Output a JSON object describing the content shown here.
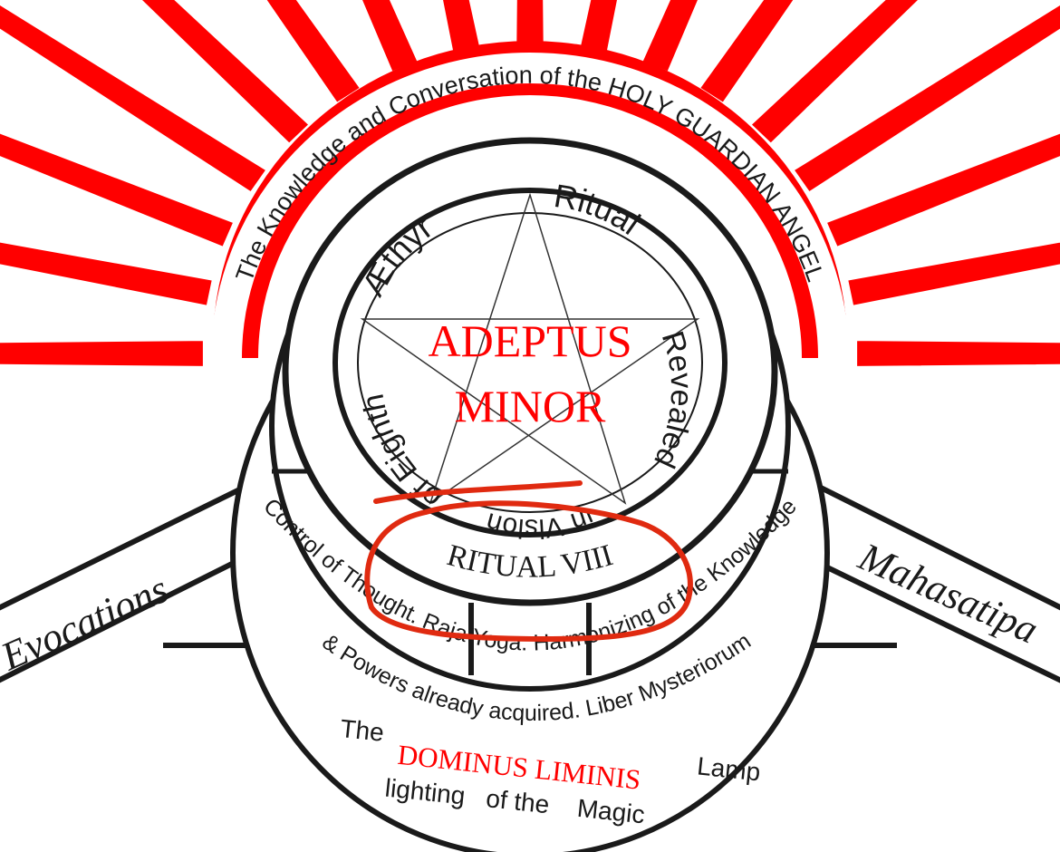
{
  "colors": {
    "red": "#ff0000",
    "annotation": "#e02a10",
    "ink": "#1a1a1a"
  },
  "arc_title": "The Knowledge and Conversation of the HOLY GUARDIAN ANGEL",
  "pentagram_ring": {
    "top_left": "Æthyr",
    "top_right": "Ritual",
    "right": "Revealed",
    "bottom": "in Vision",
    "left": "of Eighth"
  },
  "grade": {
    "line1": "ADEPTUS",
    "line2": "MINOR"
  },
  "ritual_label": "RITUAL VIII",
  "lower_ring": {
    "line1": "Control of Thought. Raja Yoga. Harmonizing of the Knowledge",
    "line2": "& Powers already acquired.  Liber Mysteriorum",
    "line3_pre": "The",
    "line3_red": "DOMINUS LIMINIS",
    "line3_post": "Lamp",
    "line4": "lighting   of the    Magic"
  },
  "bands": {
    "left": "Evocations",
    "right": "Mahasatipa"
  }
}
